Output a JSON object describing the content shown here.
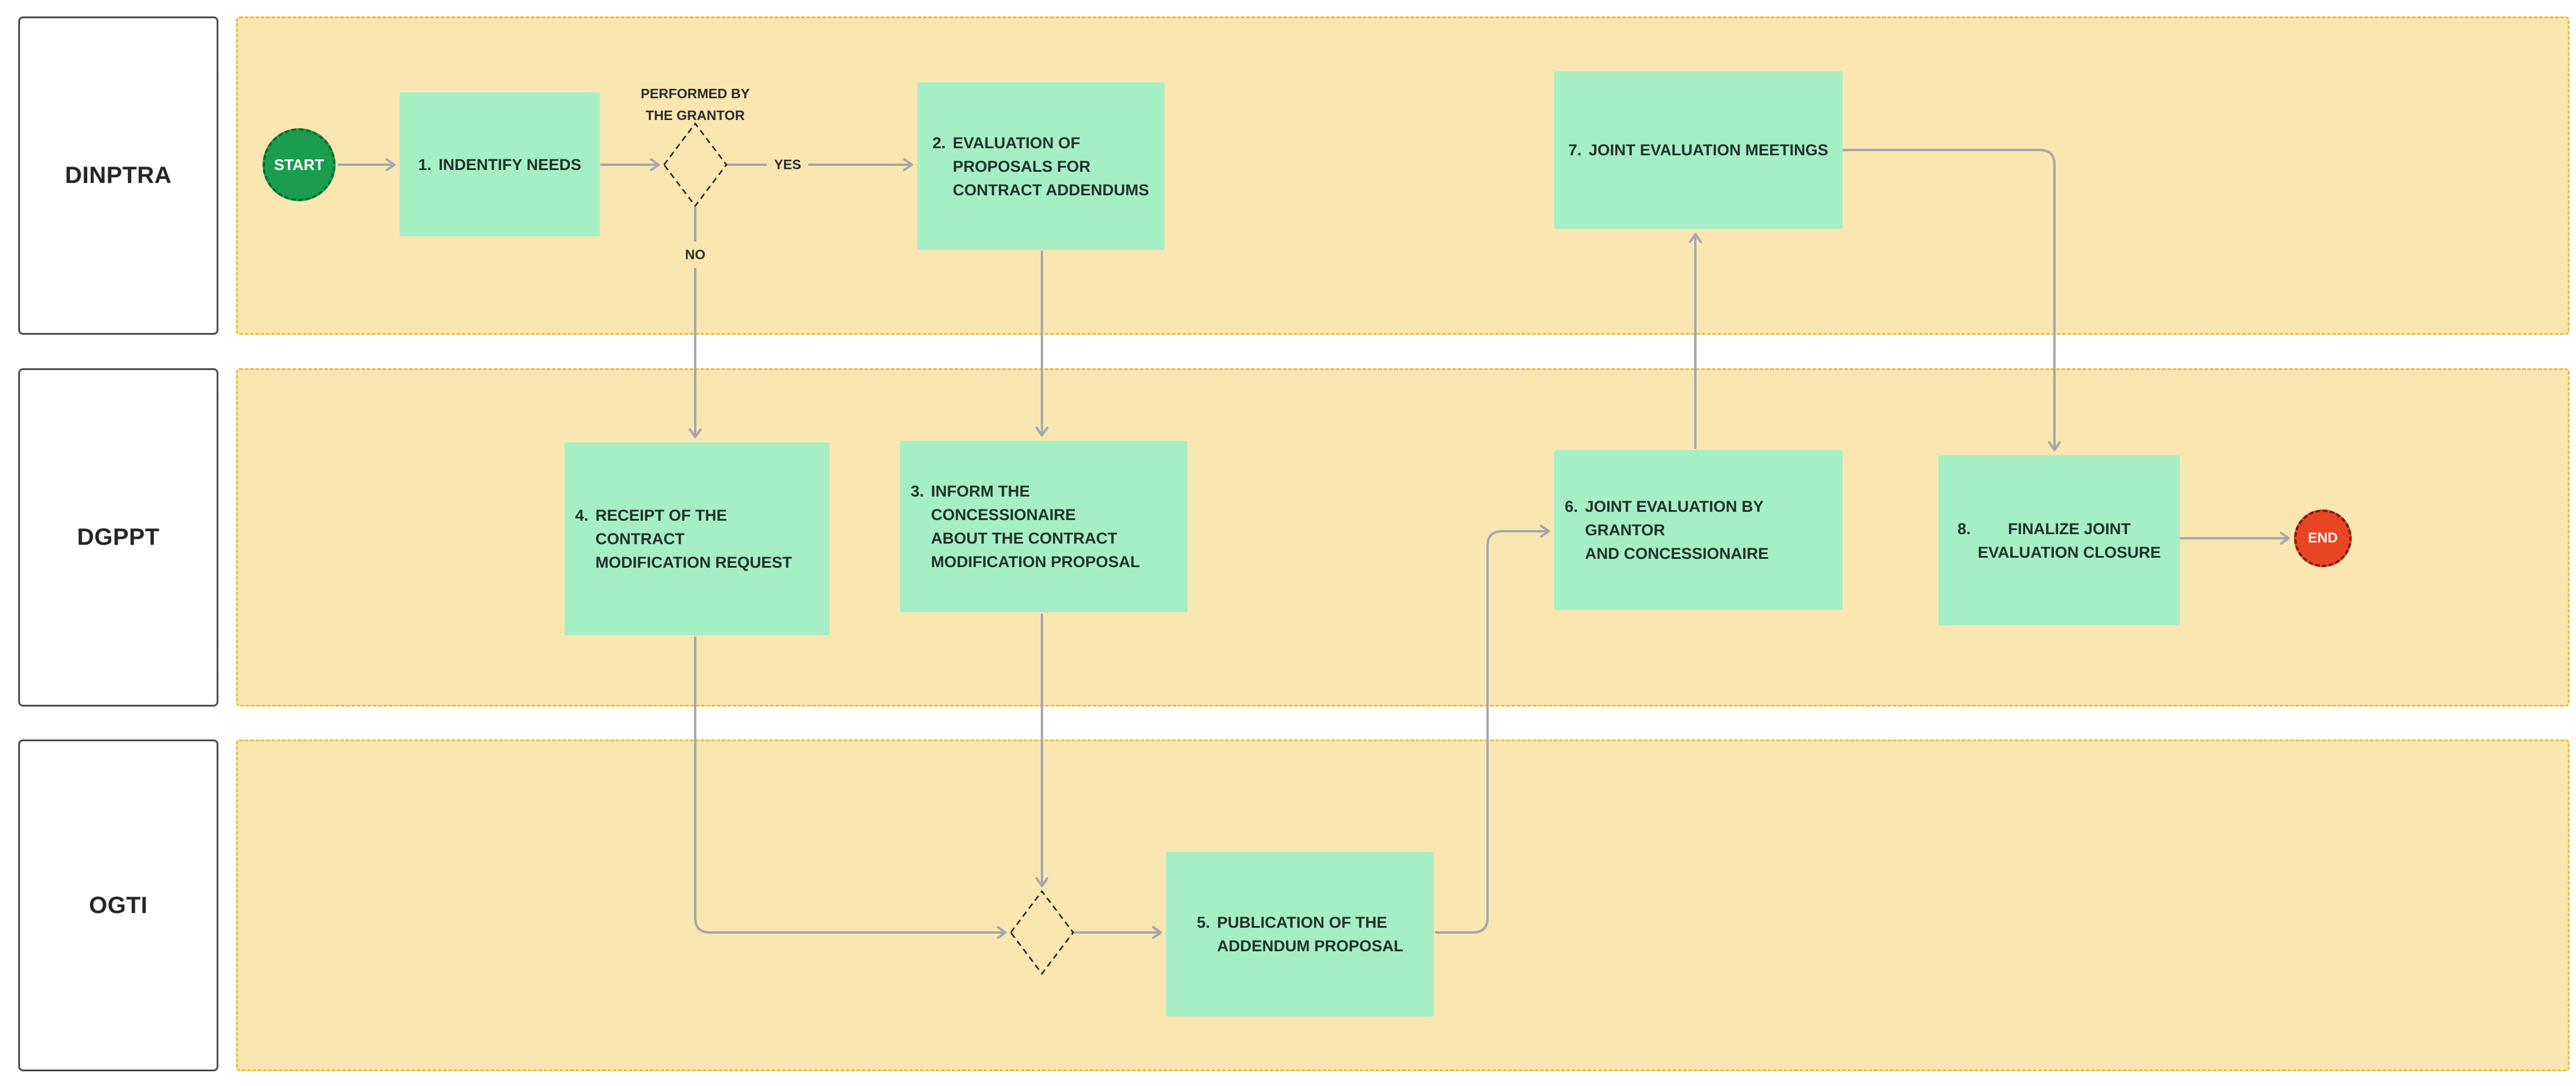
{
  "diagram": {
    "title": "contract addendum process swimlane flowchart",
    "lanes": [
      {
        "label": "DINPTRA"
      },
      {
        "label": "DGPPT"
      },
      {
        "label": "OGTI"
      }
    ],
    "terminals": {
      "start": "START",
      "end": "END"
    },
    "nodes": [
      {
        "num": "1.",
        "text": "INDENTIFY NEEDS"
      },
      {
        "num": "2.",
        "text": "EVALUATION OF\nPROPOSALS FOR\nCONTRACT ADDENDUMS"
      },
      {
        "num": "3.",
        "text": "INFORM THE CONCESSIONAIRE\nABOUT THE CONTRACT\nMODIFICATION PROPOSAL"
      },
      {
        "num": "4.",
        "text": "RECEIPT OF THE CONTRACT\nMODIFICATION REQUEST"
      },
      {
        "num": "5.",
        "text": "PUBLICATION OF THE\nADDENDUM PROPOSAL"
      },
      {
        "num": "6.",
        "text": "JOINT EVALUATION BY GRANTOR\nAND CONCESSIONAIRE"
      },
      {
        "num": "7.",
        "text": "JOINT EVALUATION MEETINGS"
      },
      {
        "num": "8.",
        "text": "FINALIZE JOINT\nEVALUATION CLOSURE"
      }
    ],
    "decision_labels": {
      "note": "PERFORMED BY\nTHE GRANTOR",
      "yes": "YES",
      "no": "NO"
    },
    "colors": {
      "lane_fill": "#FAE6B1",
      "lane_border": "#E4BF3B",
      "node_fill": "#A6EFC5",
      "node_text": "#20312A",
      "start_fill": "#1B9D4F",
      "start_border": "#0A6B31",
      "end_fill": "#E74524",
      "end_border": "#7E1B0C",
      "connector": "#A6A6AE",
      "lane_label_border": "#4a4a4a"
    }
  }
}
